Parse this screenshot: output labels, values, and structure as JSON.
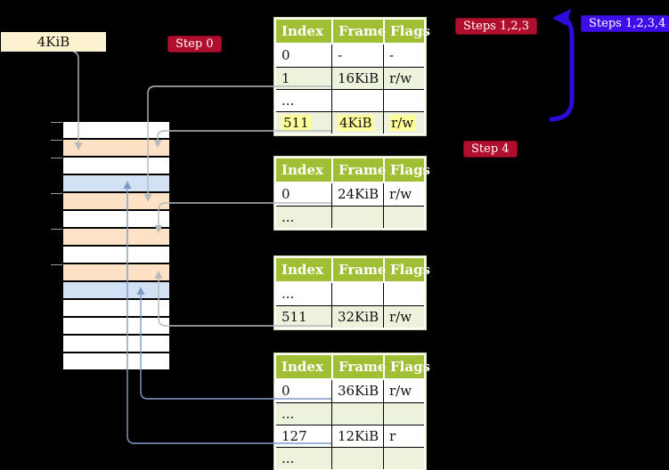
{
  "page_box": {
    "label": "4KiB"
  },
  "badges": {
    "step0": {
      "label": "Step 0"
    },
    "steps123": {
      "label": "Steps 1,2,3"
    },
    "steps1234": {
      "label": "Steps 1,2,3,4"
    },
    "step4": {
      "label": "Step 4"
    }
  },
  "memory_stack": {
    "rows": [
      "white",
      "peach",
      "white",
      "blue",
      "peach",
      "white",
      "peach",
      "white",
      "peach",
      "blue",
      "white",
      "white",
      "white",
      "white"
    ],
    "colors": {
      "white": "#ffffff",
      "peach": "#fde2c5",
      "blue": "#d3e1f4"
    },
    "tick_positions_y": [
      137,
      157,
      177,
      217,
      257,
      297
    ]
  },
  "tables": [
    {
      "name": "page-table-1",
      "headers": [
        "Index",
        "Frame",
        "Flags"
      ],
      "rows": [
        {
          "cells": [
            "0",
            "-",
            "-"
          ],
          "shaded": false,
          "highlight": false
        },
        {
          "cells": [
            "1",
            "16KiB",
            "r/w"
          ],
          "shaded": true,
          "highlight": false
        },
        {
          "cells": [
            "...",
            "",
            ""
          ],
          "shaded": false,
          "highlight": false
        },
        {
          "cells": [
            "511",
            "4KiB",
            "r/w"
          ],
          "shaded": true,
          "highlight": true
        }
      ]
    },
    {
      "name": "page-table-2",
      "headers": [
        "Index",
        "Frame",
        "Flags"
      ],
      "rows": [
        {
          "cells": [
            "0",
            "24KiB",
            "r/w"
          ],
          "shaded": false,
          "highlight": false
        },
        {
          "cells": [
            "...",
            "",
            ""
          ],
          "shaded": true,
          "highlight": false
        }
      ]
    },
    {
      "name": "page-table-3",
      "headers": [
        "Index",
        "Frame",
        "Flags"
      ],
      "rows": [
        {
          "cells": [
            "...",
            "",
            ""
          ],
          "shaded": false,
          "highlight": false
        },
        {
          "cells": [
            "511",
            "32KiB",
            "r/w"
          ],
          "shaded": true,
          "highlight": false
        }
      ]
    },
    {
      "name": "page-table-4",
      "headers": [
        "Index",
        "Frame",
        "Flags"
      ],
      "rows": [
        {
          "cells": [
            "0",
            "36KiB",
            "r/w"
          ],
          "shaded": false,
          "highlight": false
        },
        {
          "cells": [
            "...",
            "",
            ""
          ],
          "shaded": true,
          "highlight": false
        },
        {
          "cells": [
            "127",
            "12KiB",
            "r"
          ],
          "shaded": false,
          "highlight": false
        },
        {
          "cells": [
            "...",
            "",
            ""
          ],
          "shaded": true,
          "highlight": false
        }
      ]
    }
  ],
  "colors": {
    "background": "#000000",
    "table_header_green": "#a1bf35",
    "table_row_green": "#edf2dd",
    "highlight_yellow": "#ffff9c",
    "page_box_cream": "#fdf2d0",
    "badge_crimson": "#b00e2c",
    "badge_blue_violet": "#3d0ee8",
    "arrow_gray": "#b7babd",
    "arrow_blue": "#7e9cc9",
    "big_arrow_blue": "#2e0bdb",
    "tick_gray": "#999999"
  }
}
